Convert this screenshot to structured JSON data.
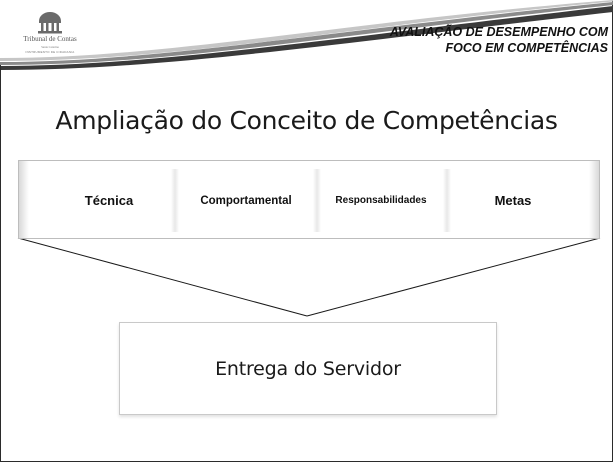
{
  "header": {
    "logo": {
      "name": "Tribunal de Contas",
      "subline": "Santa Catarina",
      "tagline": "INSTRUMENTO DE CIDADANIA",
      "emblem_icon": "courthouse-emblem-icon"
    },
    "title_line1": "AVALIAÇÃO DE DESEMPENHO COM",
    "title_line2": "FOCO EM COMPETÊNCIAS"
  },
  "slide": {
    "title": "Ampliação do Conceito de Competências",
    "segments": [
      {
        "label": "Técnica"
      },
      {
        "label": "Comportamental"
      },
      {
        "label": "Responsabilidades"
      },
      {
        "label": "Metas"
      }
    ],
    "result": "Entrega do Servidor"
  },
  "colors": {
    "header_swoosh_dark": "#3a3a3a",
    "header_swoosh_mid": "#8a8a8a",
    "text": "#1a1a1a",
    "bar_border": "#bdbdbd",
    "funnel_line": "#1a1a1a"
  }
}
